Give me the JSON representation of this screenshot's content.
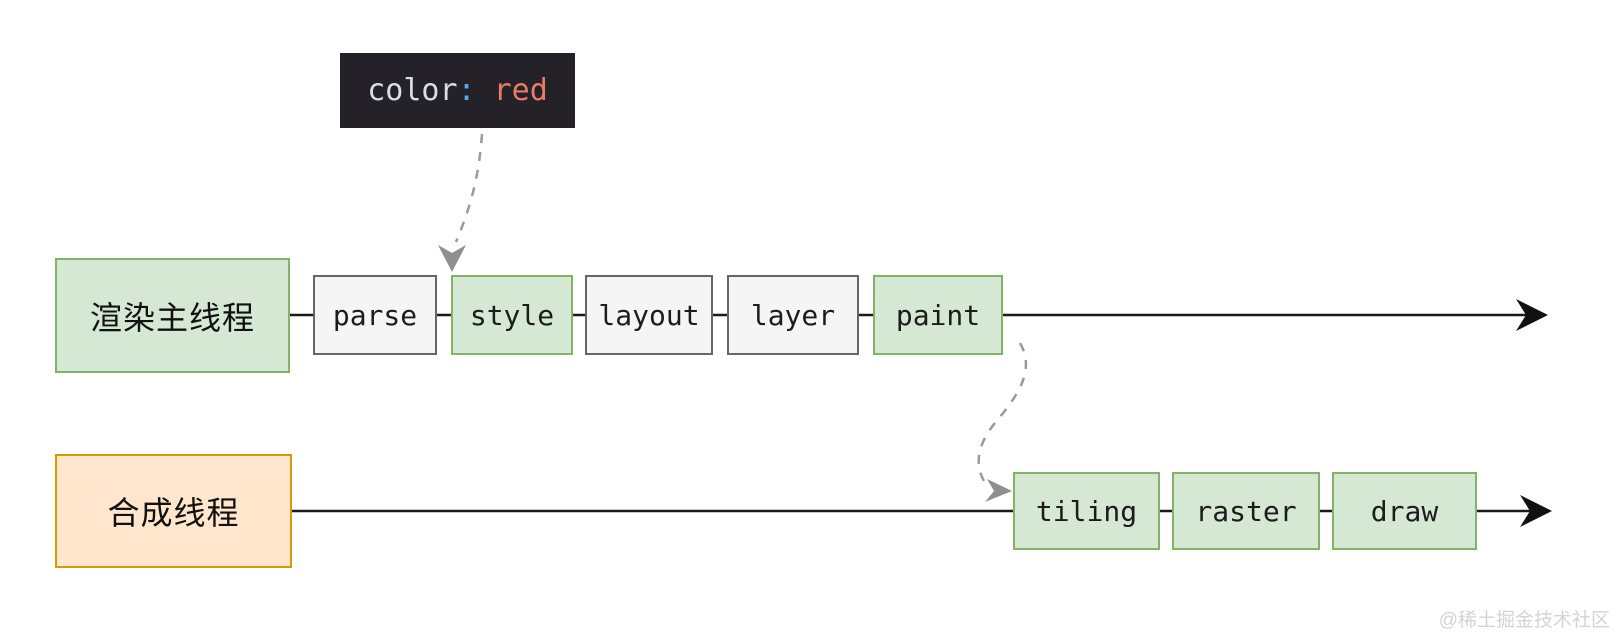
{
  "code_snippet": {
    "property": "color",
    "colon": ":",
    "value": "red",
    "bg_color": "#242129",
    "property_color": "#d6dfe4",
    "colon_color": "#55a9e8",
    "value_color": "#e97b66"
  },
  "main_thread": {
    "label": "渲染主线程",
    "steps": [
      {
        "label": "parse",
        "variant": "gray"
      },
      {
        "label": "style",
        "variant": "green"
      },
      {
        "label": "layout",
        "variant": "gray"
      },
      {
        "label": "layer",
        "variant": "gray"
      },
      {
        "label": "paint",
        "variant": "green"
      }
    ]
  },
  "compositor_thread": {
    "label": "合成线程",
    "steps": [
      {
        "label": "tiling",
        "variant": "green"
      },
      {
        "label": "raster",
        "variant": "green"
      },
      {
        "label": "draw",
        "variant": "green"
      }
    ]
  },
  "watermark": "@稀土掘金技术社区",
  "colors": {
    "green_fill": "#d5e8d4",
    "green_stroke": "#82b366",
    "gray_fill": "#f5f5f5",
    "gray_stroke": "#666666",
    "orange_fill": "#ffe6cc",
    "orange_stroke": "#d79b00",
    "timeline_line": "#1a1a1a",
    "dashed_arrow": "#9a9a9a"
  }
}
